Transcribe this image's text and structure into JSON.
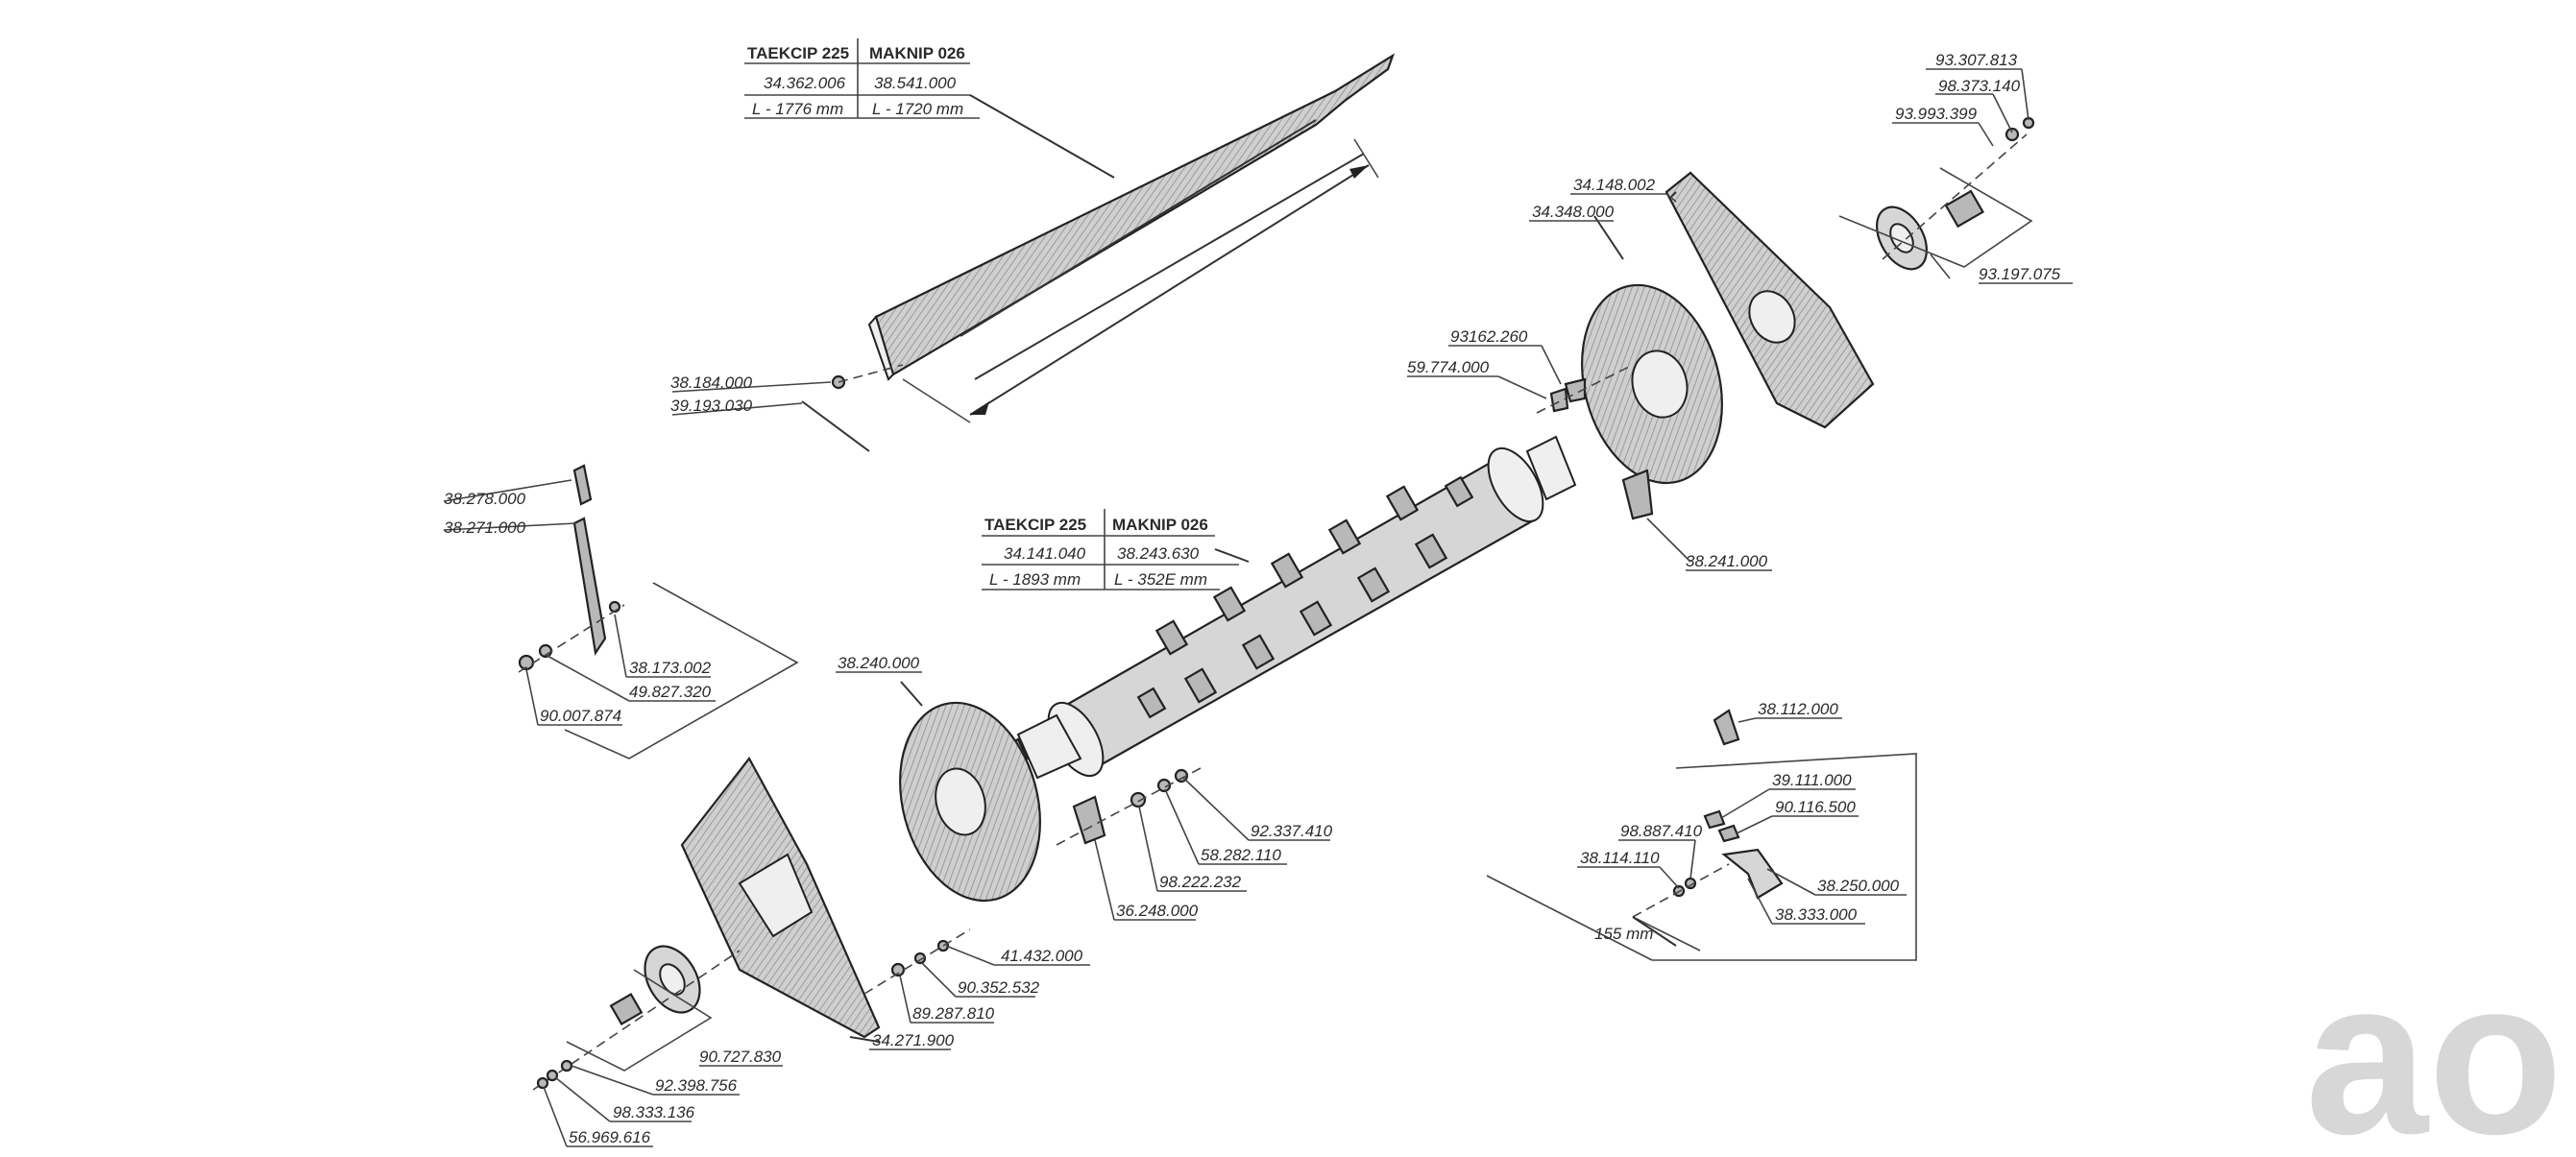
{
  "tables": [
    {
      "headers": [
        "TAEKCIP 225",
        "MAKNIP 026"
      ],
      "rows": [
        [
          "34.362.006",
          "38.541.000"
        ],
        [
          "L - 1776 mm",
          "L - 1720 mm"
        ]
      ]
    },
    {
      "headers": [
        "TAEKCIP 225",
        "MAKNIP 026"
      ],
      "rows": [
        [
          "34.141.040",
          "38.243.630"
        ],
        [
          "L - 1893 mm",
          "L - 352E mm"
        ]
      ]
    }
  ],
  "labels": {
    "l_93307813": "93.307.813",
    "l_98373140": "98.373.140",
    "l_93993399": "93.993.399",
    "l_34148002": "34.148.002",
    "l_34348000": "34.348.000",
    "l_93197075": "93.197.075",
    "l_38184000": "38.184.000",
    "l_39193030": "39.193.030",
    "l_93162260": "93162.260",
    "l_59774000": "59.774.000",
    "l_38278000": "38.278.000",
    "l_38271000": "38.271.000",
    "l_38241000": "38.241.000",
    "l_38173002": "38.173.002",
    "l_49827320": "49.827.320",
    "l_90007874": "90.007.874",
    "l_38240000": "38.240.000",
    "l_38112000": "38.112.000",
    "l_39111000": "39.111.000",
    "l_90116500": "90.116.500",
    "l_92337410": "92.337.410",
    "l_58282110": "58.282.110",
    "l_98222232": "98.222.232",
    "l_36248000": "36.248.000",
    "l_98887410": "98.887.410",
    "l_38114110": "38.114.110",
    "l_38250000": "38.250.000",
    "l_38333000": "38.333.000",
    "l_155mm": "155 mm",
    "l_41432000": "41.432.000",
    "l_90352532": "90.352.532",
    "l_89287810": "89.287.810",
    "l_90727830": "90.727.830",
    "l_34271900": "34.271.900",
    "l_92398756": "92.398.756",
    "l_98333136": "98.333.136",
    "l_56969616": "56.969.616"
  },
  "logo": {
    "text": "ao",
    "color": "#d7d7d7"
  }
}
